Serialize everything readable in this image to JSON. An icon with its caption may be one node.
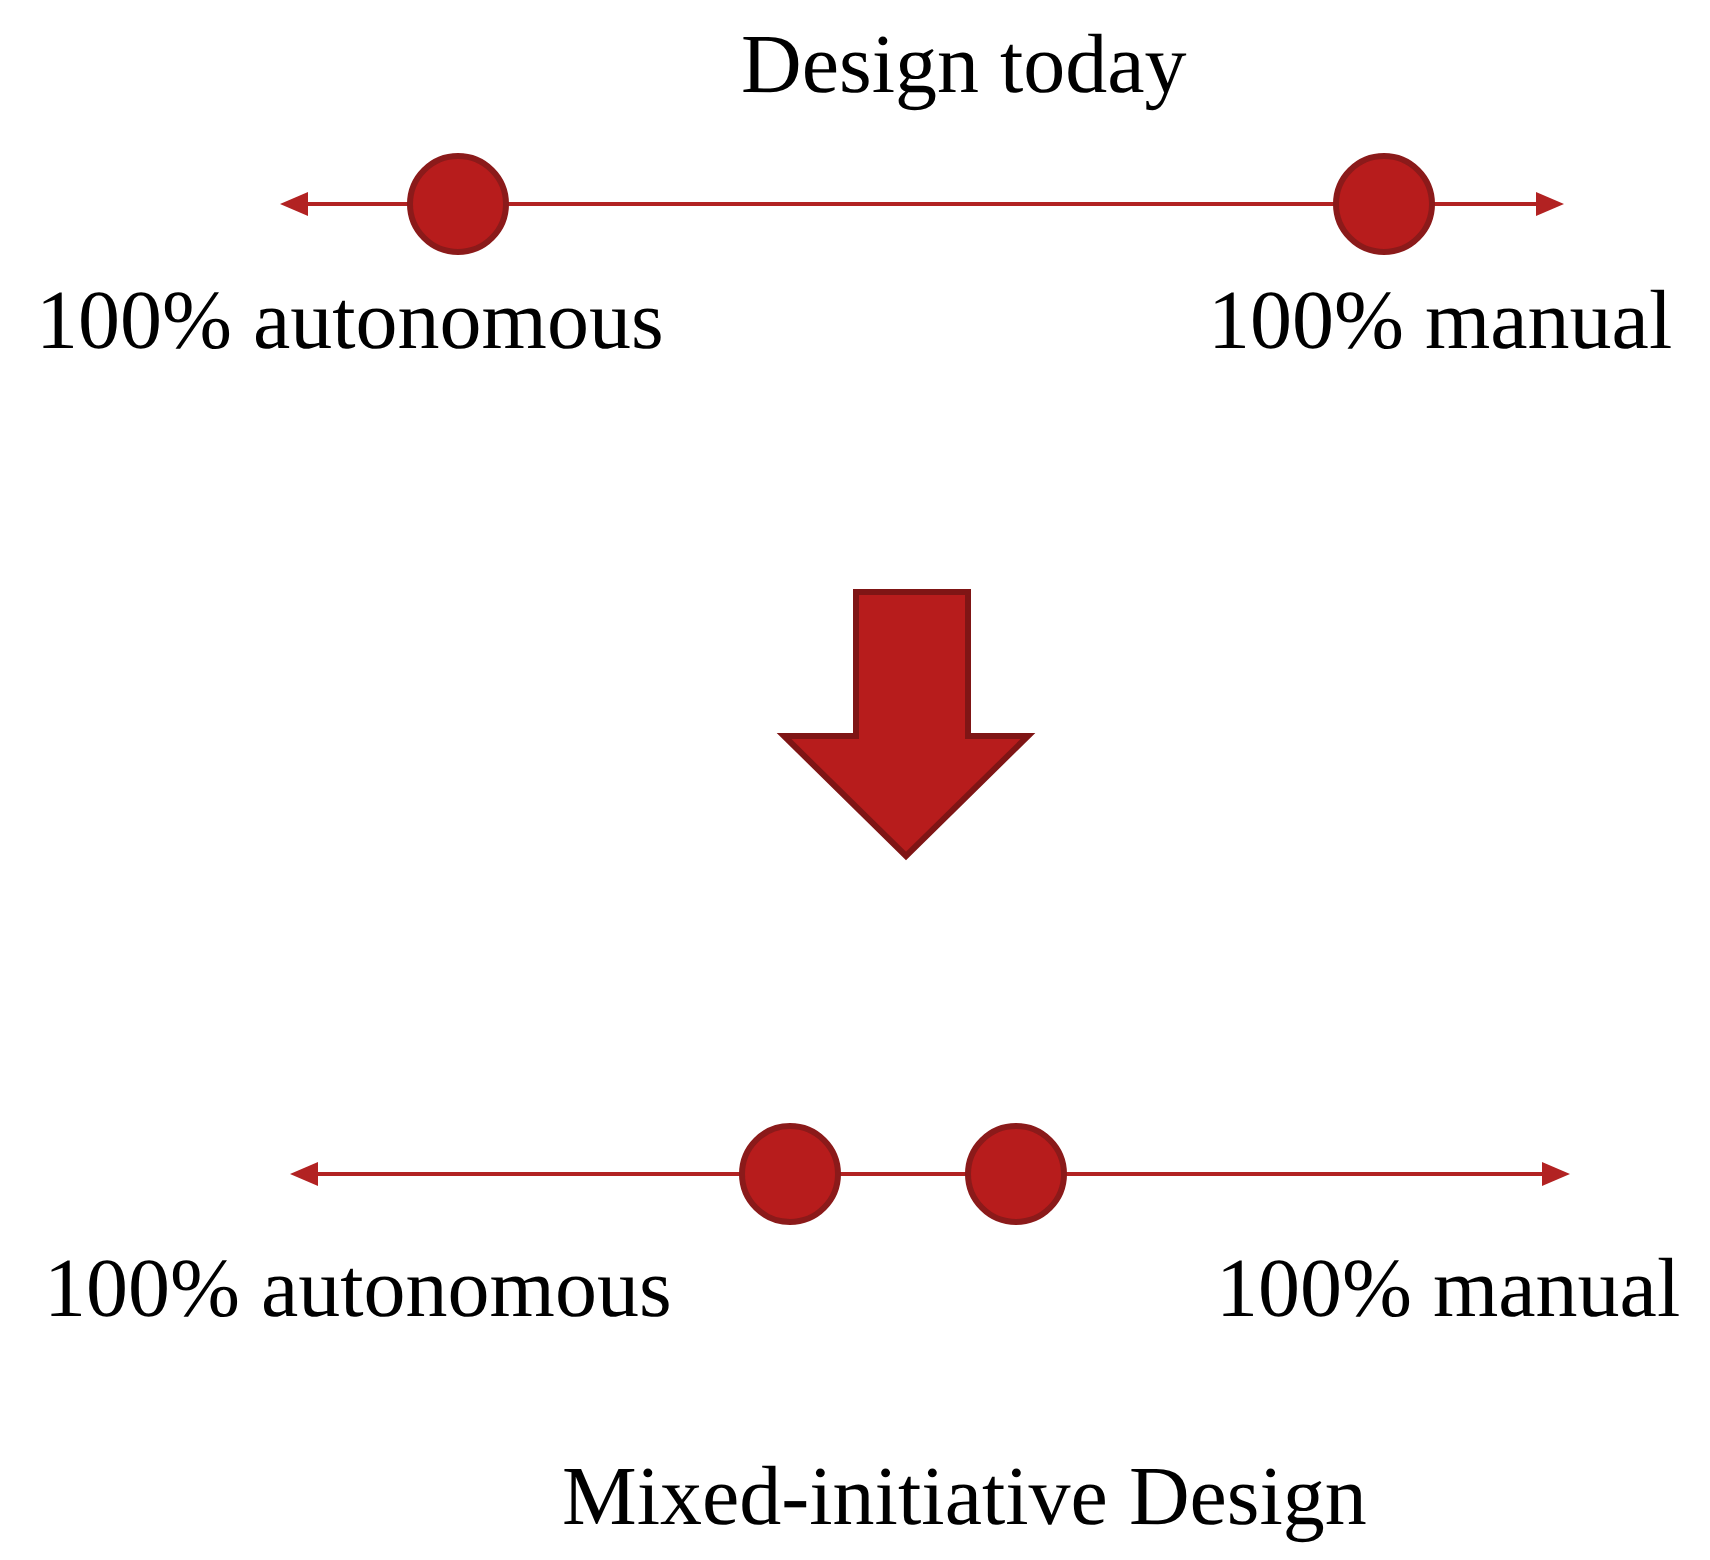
{
  "diagram": {
    "labels": [
      "Design today",
      "100% autonomous",
      "100% manual",
      "100% autonomous",
      "100% manual",
      "Mixed-initiative Design"
    ]
  }
}
